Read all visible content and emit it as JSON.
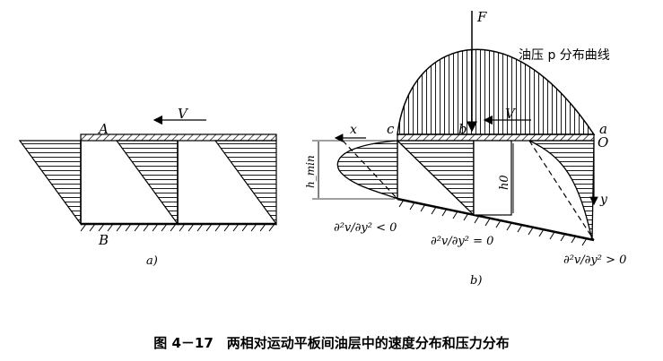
{
  "caption": "图 4－17　两相对运动平板间油层中的速度分布和压力分布",
  "part_a": {
    "sublabel": "a)",
    "label_top_plate": "A",
    "label_bottom_plate": "B",
    "label_velocity": "V"
  },
  "part_b": {
    "sublabel": "b)",
    "label_force": "F",
    "label_pressure_curve": "油压 p 分布曲线",
    "label_c": "c",
    "label_b": "b",
    "label_a": "a",
    "label_O": "O",
    "label_x": "x",
    "label_y": "y",
    "label_velocity": "V",
    "label_hmin": "h_min",
    "label_h0": "h0",
    "cond_left": "∂²v/∂y² < 0",
    "cond_mid": "∂²v/∂y² = 0",
    "cond_right": "∂²v/∂y² > 0"
  }
}
